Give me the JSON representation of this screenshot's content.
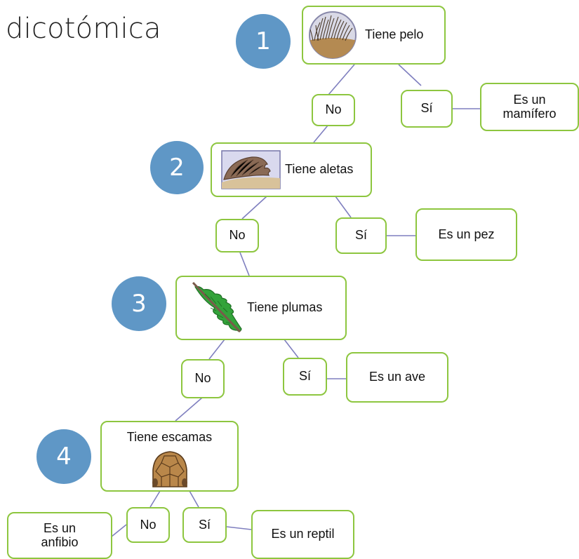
{
  "title": "dicotómica",
  "steps": [
    {
      "number": "1",
      "question": "Tiene pelo",
      "no": "No",
      "yes": "Sí",
      "result": "Es un mamífero",
      "icon": "fur-icon"
    },
    {
      "number": "2",
      "question": "Tiene aletas",
      "no": "No",
      "yes": "Sí",
      "result": "Es un pez",
      "icon": "fin-icon"
    },
    {
      "number": "3",
      "question": "Tiene plumas",
      "no": "No",
      "yes": "Sí",
      "result": "Es un ave",
      "icon": "feather-icon"
    },
    {
      "number": "4",
      "question": "Tiene escamas",
      "no": "No",
      "yes": "Sí",
      "result": "Es un reptil",
      "icon": "scales-icon"
    }
  ],
  "final_no_result": "Es un anfibio",
  "colors": {
    "node_border": "#8dc63f",
    "circle": "#5f97c6",
    "connector": "#7f7fbf"
  }
}
